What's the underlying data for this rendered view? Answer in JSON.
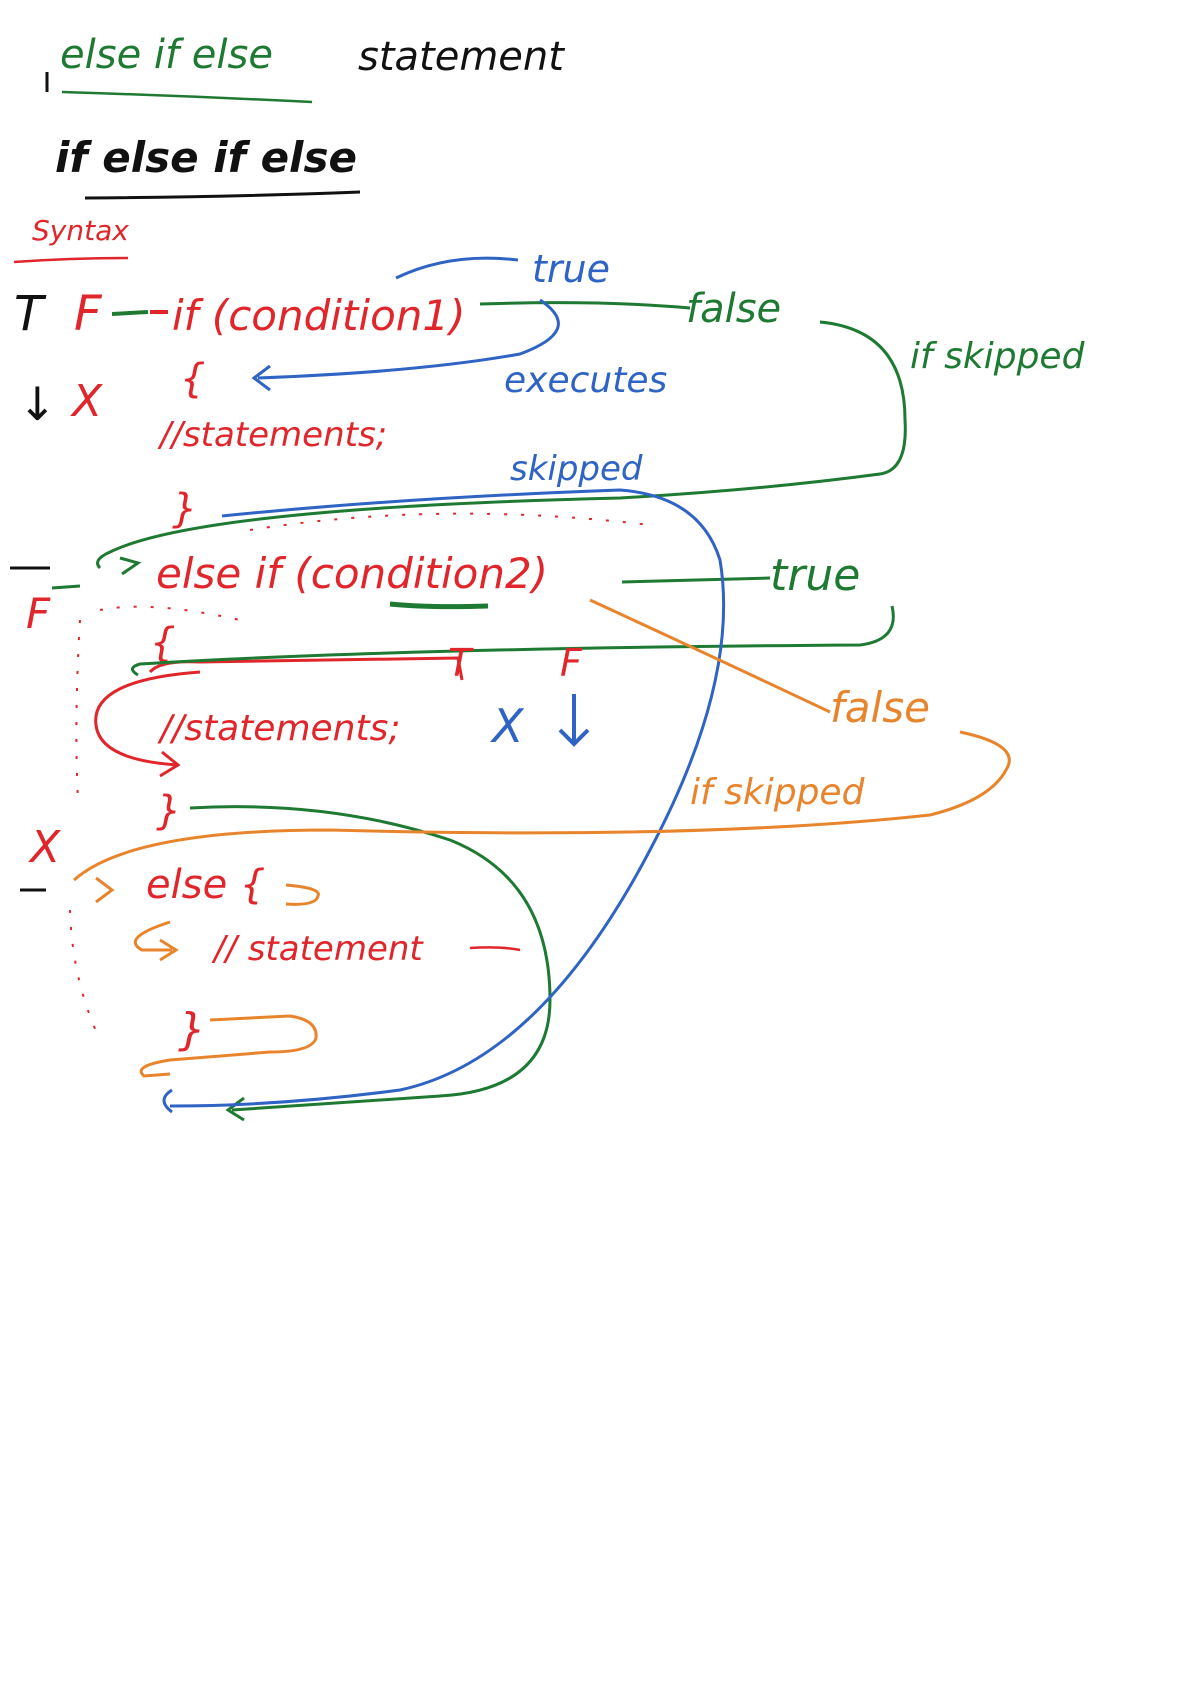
{
  "colors": {
    "black": "#111111",
    "red": "#e0262b",
    "green": "#1e7a32",
    "blue": "#2f63c4",
    "orange": "#e8842c"
  },
  "heading": {
    "line1_part1": "else if else",
    "line1_part2": "statement",
    "line2": "if else if else"
  },
  "syntax_label": "Syntax",
  "left_markers": {
    "if_T": "T",
    "if_F": "F",
    "if_down": "↓",
    "if_x": "X",
    "elseif_F": "F",
    "else_x": "X"
  },
  "code": {
    "if_line": "if (condition1)",
    "open_brace_1": "{",
    "statements_1": "//statements;",
    "close_brace_1": "}",
    "elseif_line": "else if (condition2)",
    "open_brace_2": "{",
    "statements_2": "//statements;",
    "close_brace_2": "}",
    "else_line": "else {",
    "statements_3": "// statement",
    "close_brace_3": "}"
  },
  "annotations": {
    "true_1": "true",
    "false_1": "false",
    "executes": "executes",
    "if_skipped_1": "if skipped",
    "skipped": "skipped",
    "true_2": "true",
    "T_2": "T",
    "F_2": "F",
    "X_2": "X",
    "false_2": "false",
    "if_skipped_2": "if skipped"
  }
}
